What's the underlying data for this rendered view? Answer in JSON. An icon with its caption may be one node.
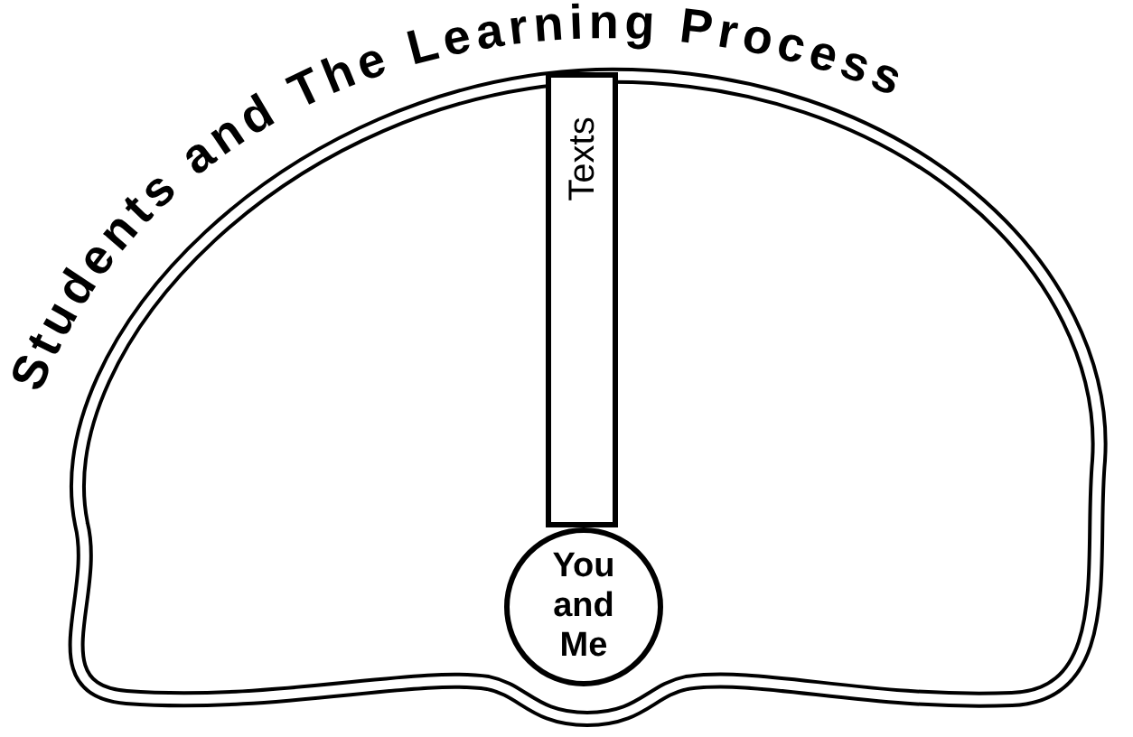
{
  "diagram": {
    "nodes": [
      {
        "text": [
          "Students and The Learning Process"
        ]
      },
      {
        "text": [
          "Texts"
        ],
        "in": 0
      },
      {
        "text": [
          "You and Me"
        ],
        "in": 0
      }
    ]
  }
}
